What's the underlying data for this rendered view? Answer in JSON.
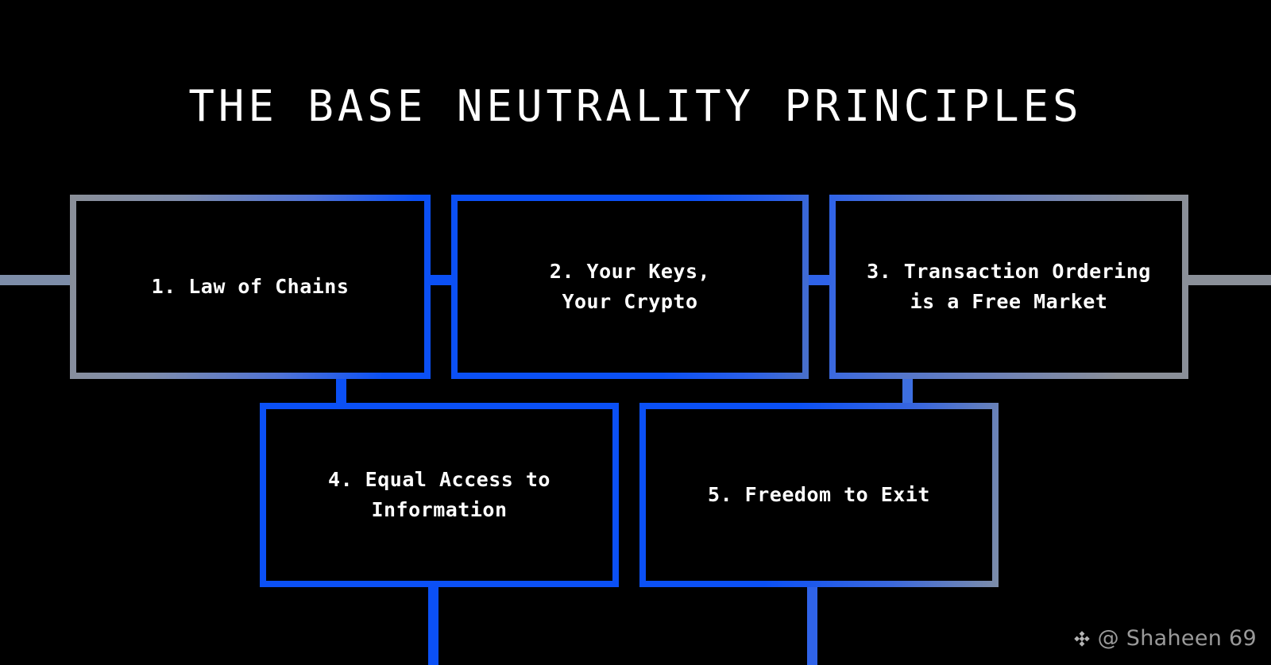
{
  "page": {
    "title": "THE BASE NEUTRALITY PRINCIPLES",
    "background_color": "#000000",
    "text_color": "#ffffff"
  },
  "colors": {
    "accent_blue": "#0b50f5",
    "muted_blue": "#3d6fe0",
    "gray_blue": "#7d8da8",
    "gray": "#8a8f98",
    "background": "#000000",
    "text": "#ffffff",
    "watermark": "#9a9a9a"
  },
  "diagram": {
    "type": "flowchart",
    "row1": [
      {
        "id": "principle-1",
        "number": "1.",
        "label": "1. Law of Chains",
        "border_from": "#8a8f98",
        "border_to": "#0b50f5"
      },
      {
        "id": "principle-2",
        "number": "2.",
        "label": "2. Your Keys,\nYour Crypto",
        "border_from": "#0b50f5",
        "border_to": "#4a70c8"
      },
      {
        "id": "principle-3",
        "number": "3.",
        "label": "3. Transaction Ordering\nis a Free Market",
        "border_from": "#2f63e8",
        "border_to": "#8a8f98"
      }
    ],
    "row2": [
      {
        "id": "principle-4",
        "number": "4.",
        "label": "4. Equal Access to\nInformation",
        "border_from": "#0b50f5",
        "border_to": "#0b50f5"
      },
      {
        "id": "principle-5",
        "number": "5.",
        "label": "5. Freedom to Exit",
        "border_from": "#0b50f5",
        "border_to": "#7d8da8"
      }
    ],
    "connectors": [
      {
        "id": "left-edge-to-box1",
        "color": "#7d8da8",
        "orientation": "horizontal"
      },
      {
        "id": "box1-to-box2",
        "color": "#0b50f5",
        "orientation": "horizontal"
      },
      {
        "id": "box2-to-box3",
        "color": "#2f63e8",
        "orientation": "horizontal"
      },
      {
        "id": "box3-to-right-edge",
        "color": "#8a8f98",
        "orientation": "horizontal"
      },
      {
        "id": "box1-to-box4",
        "color": "#0b50f5",
        "orientation": "vertical"
      },
      {
        "id": "box3-to-box5",
        "color": "#3d6fe0",
        "orientation": "vertical"
      },
      {
        "id": "box4-to-bottom",
        "color": "#0b50f5",
        "orientation": "vertical"
      },
      {
        "id": "box5-to-bottom",
        "color": "#2f63e8",
        "orientation": "vertical"
      }
    ]
  },
  "watermark": {
    "icon": "binance-diamond-icon",
    "handle": "@ Shaheen 69"
  }
}
